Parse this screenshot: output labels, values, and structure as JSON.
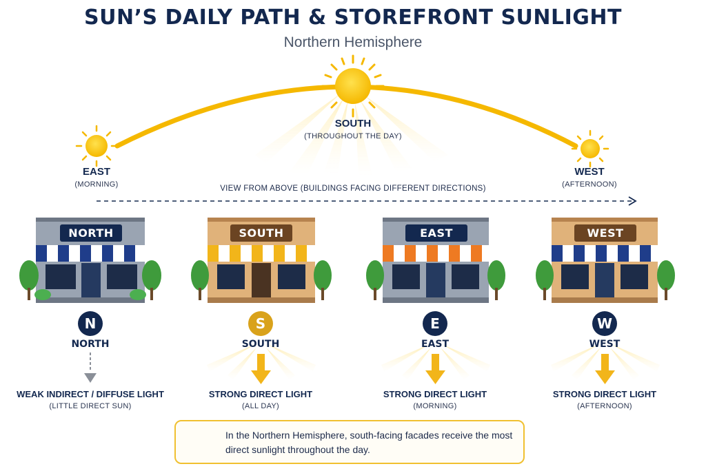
{
  "title": "SUN’S DAILY PATH & STOREFRONT SUNLIGHT",
  "subtitle": "Northern Hemisphere",
  "sun_positions": [
    {
      "label": "EAST",
      "sub": "(MORNING)"
    },
    {
      "label": "SOUTH",
      "sub": "(THROUGHOUT THE DAY)"
    },
    {
      "label": "WEST",
      "sub": "(AFTERNOON)"
    }
  ],
  "view_label": "VIEW FROM ABOVE (BUILDINGS FACING DIFFERENT DIRECTIONS)",
  "storefronts": [
    {
      "sign": "NORTH",
      "badge": "N",
      "direction": "NORTH",
      "light": "WEAK INDIRECT / DIFFUSE LIGHT",
      "light_sub": "(LITTLE DIRECT SUN)"
    },
    {
      "sign": "SOUTH",
      "badge": "S",
      "direction": "SOUTH",
      "light": "STRONG DIRECT LIGHT",
      "light_sub": "(ALL DAY)"
    },
    {
      "sign": "EAST",
      "badge": "E",
      "direction": "EAST",
      "light": "STRONG DIRECT LIGHT",
      "light_sub": "(MORNING)"
    },
    {
      "sign": "WEST",
      "badge": "W",
      "direction": "WEST",
      "light": "STRONG DIRECT LIGHT",
      "light_sub": "(AFTERNOON)"
    }
  ],
  "callout": {
    "icon": "lightbulb-icon",
    "text": "In the Northern Hemisphere, south-facing facades receive the most direct sunlight throughout the day."
  },
  "colors": {
    "navy": "#13284f",
    "sun": "#f5b800",
    "gold_badge": "#d9a21b",
    "gray_arrow": "#8a8f98"
  }
}
